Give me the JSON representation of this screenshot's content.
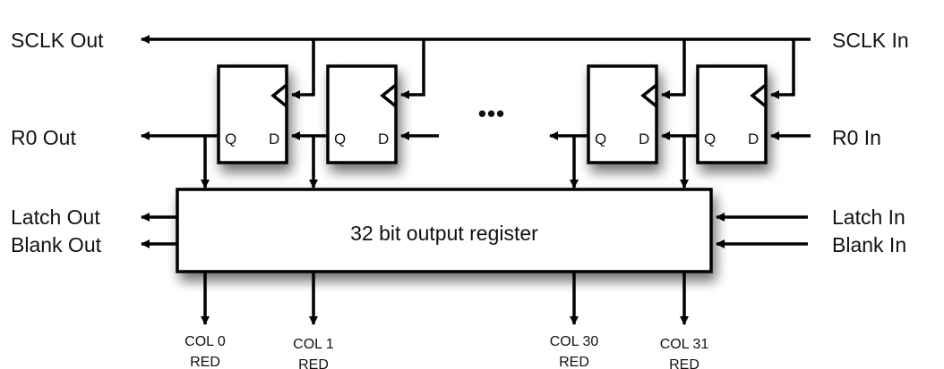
{
  "diagram": {
    "title": "Shift register chain with 32 bit output register",
    "left_labels": {
      "sclk_out": "SCLK Out",
      "r0_out": "R0 Out",
      "latch_out": "Latch Out",
      "blank_out": "Blank Out"
    },
    "right_labels": {
      "sclk_in": "SCLK In",
      "r0_in": "R0 In",
      "latch_in": "Latch In",
      "blank_in": "Blank In"
    },
    "flip_flops": [
      {
        "q_label": "Q",
        "d_label": "D"
      },
      {
        "q_label": "Q",
        "d_label": "D"
      },
      {
        "q_label": "Q",
        "d_label": "D"
      },
      {
        "q_label": "Q",
        "d_label": "D"
      }
    ],
    "ellipsis": "•••",
    "register_label": "32 bit output register",
    "outputs": [
      {
        "col": "COL 0",
        "color": "RED"
      },
      {
        "col": "COL 1",
        "color": "RED"
      },
      {
        "col": "COL 30",
        "color": "RED"
      },
      {
        "col": "COL 31",
        "color": "RED"
      }
    ]
  }
}
